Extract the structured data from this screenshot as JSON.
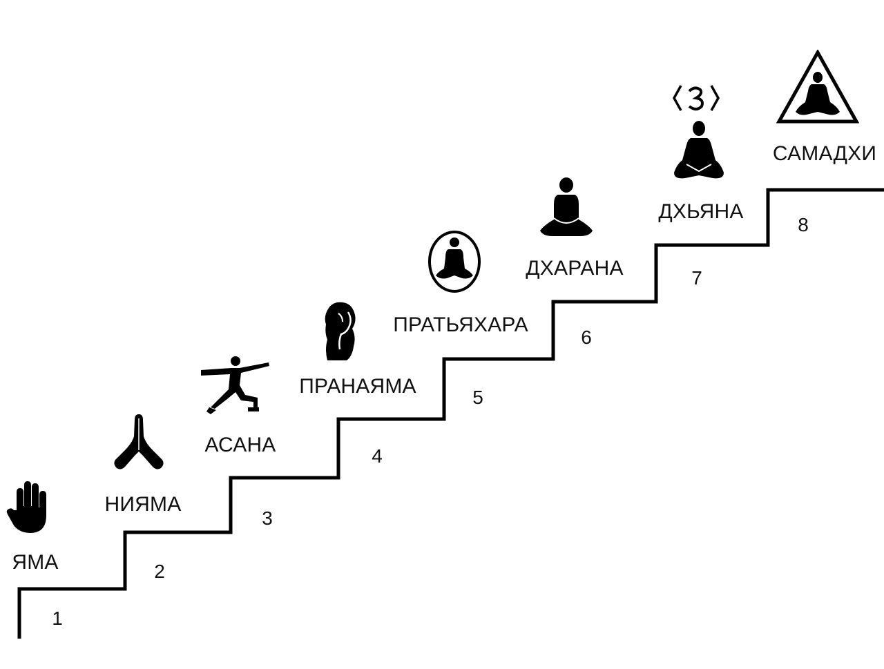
{
  "steps": [
    {
      "number": "1",
      "label": "ЯМА",
      "icon": "hand-icon"
    },
    {
      "number": "2",
      "label": "НИЯМА",
      "icon": "praying-hands-icon"
    },
    {
      "number": "3",
      "label": "АСАНА",
      "icon": "warrior-pose-icon"
    },
    {
      "number": "4",
      "label": "ПРАНАЯМА",
      "icon": "breathing-figure-icon"
    },
    {
      "number": "5",
      "label": "ПРАТЬЯХАРА",
      "icon": "meditator-in-circle-icon"
    },
    {
      "number": "6",
      "label": "ДХАРАНА",
      "icon": "seated-meditator-icon"
    },
    {
      "number": "7",
      "label": "ДХЬЯНА",
      "icon": "meditator-with-om-icon"
    },
    {
      "number": "8",
      "label": "САМАДХИ",
      "icon": "meditator-in-triangle-icon"
    }
  ],
  "colors": {
    "line": "#000000",
    "text": "#111111",
    "background": "#ffffff"
  }
}
